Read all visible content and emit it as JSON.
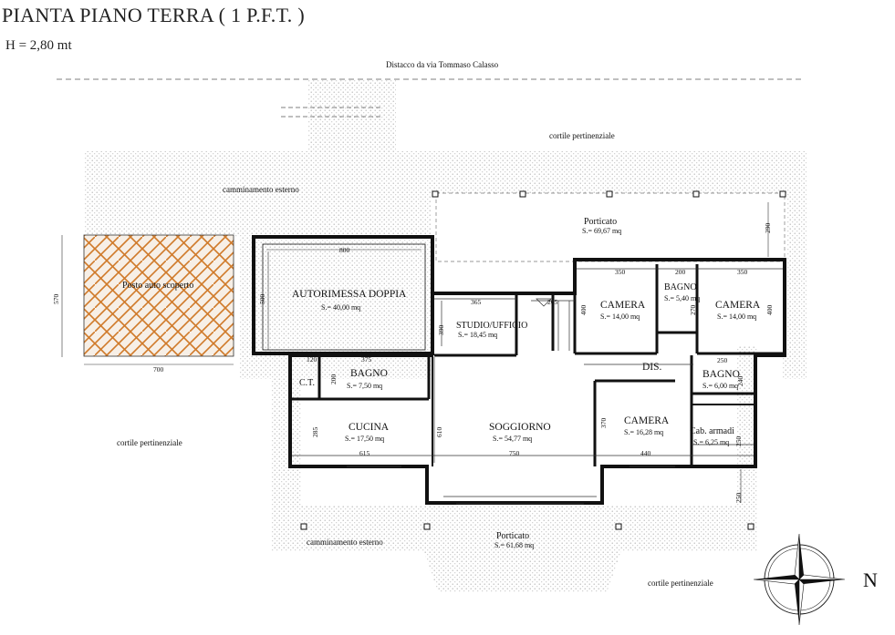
{
  "header": {
    "title": "PIANTA PIANO TERRA ( 1 P.F.T. )",
    "height": "H = 2,80 mt"
  },
  "labels": {
    "distacco": "Distacco da via Tommaso Calasso",
    "cortile_top": "cortile pertinenziale",
    "cortile_left": "cortile pertinenziale",
    "cortile_bottom": "cortile pertinenziale",
    "camminamento_top": "camminamento esterno",
    "camminamento_bottom": "camminamento esterno",
    "posto_auto": "Posto auto scoperto"
  },
  "rooms": {
    "porticato_top": {
      "name": "Porticato",
      "area": "S.= 69,67 mq"
    },
    "autorimessa": {
      "name": "AUTORIMESSA DOPPIA",
      "area": "S.= 40,00 mq"
    },
    "studio": {
      "name": "STUDIO/UFFICIO",
      "area": "S.= 18,45 mq"
    },
    "camera1": {
      "name": "CAMERA",
      "area": "S.= 14,00 mq"
    },
    "bagno1": {
      "name": "BAGNO",
      "area": "S.= 5,40 mq"
    },
    "camera2": {
      "name": "CAMERA",
      "area": "S.= 14,00 mq"
    },
    "ct": {
      "name": "C.T."
    },
    "bagno2": {
      "name": "BAGNO",
      "area": "S.= 7,50 mq"
    },
    "dis": {
      "name": "DIS."
    },
    "bagno3": {
      "name": "BAGNO",
      "area": "S.= 6,00 mq"
    },
    "cucina": {
      "name": "CUCINA",
      "area": "S.= 17,50 mq"
    },
    "soggiorno": {
      "name": "SOGGIORNO",
      "area": "S.= 54,77 mq"
    },
    "camera3": {
      "name": "CAMERA",
      "area": "S.= 16,28 mq"
    },
    "cabina": {
      "name": "Cab. armadi",
      "area": "S.= 6,25 mq"
    },
    "porticato_bottom": {
      "name": "Porticato",
      "area": "S.= 61,68 mq"
    }
  },
  "dimensions": {
    "d800": "800",
    "d500": "500",
    "d570": "570",
    "d700": "700",
    "d365": "365",
    "d390": "390",
    "d265": "265",
    "d350a": "350",
    "d200a": "200",
    "d350b": "350",
    "d400a": "400",
    "d270": "270",
    "d400b": "400",
    "d290": "290",
    "d120": "120",
    "d375": "375",
    "d200b": "200",
    "d250a": "250",
    "d240": "240",
    "d285": "285",
    "d610": "610",
    "d370": "370",
    "d250b": "250",
    "d615": "615",
    "d750": "750",
    "d440": "440",
    "d250c": "250"
  },
  "compass": {
    "label": "N"
  },
  "colors": {
    "hatch": "#d07a2a",
    "wall": "#111111",
    "stipple": "#b8b8b8"
  }
}
